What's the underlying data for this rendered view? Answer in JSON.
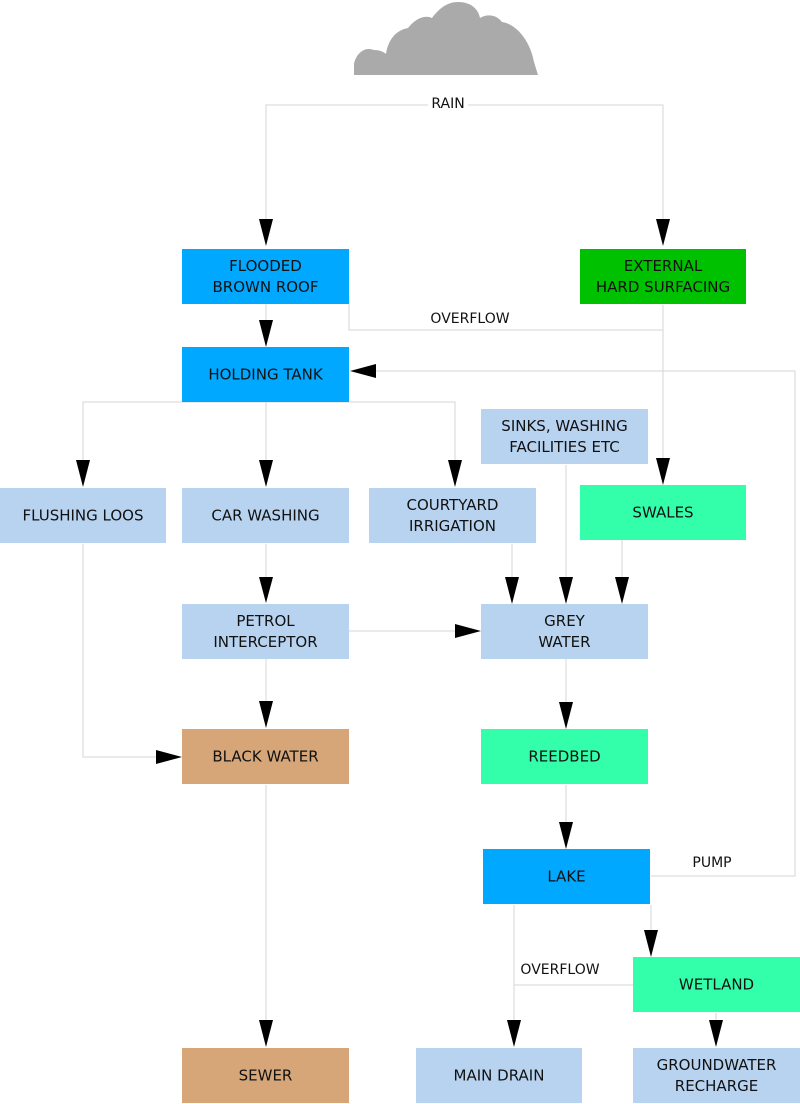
{
  "colors": {
    "blue": "#00a8ff",
    "green": "#00c100",
    "light_blue": "#b8d3f0",
    "aqua": "#33ffaa",
    "tan": "#d6a679",
    "cloud": "#aaaaaa",
    "connector": "#d6d6d6"
  },
  "cloud": {
    "icon": "cloud-icon"
  },
  "labels": {
    "rain": "RAIN",
    "overflow_top": "OVERFLOW",
    "pump": "PUMP",
    "overflow_bottom": "OVERFLOW"
  },
  "nodes": {
    "flooded_brown_roof": {
      "lines": [
        "FLOODED",
        "BROWN ROOF"
      ],
      "color": "#00a8ff"
    },
    "external_hard_surfacing": {
      "lines": [
        "EXTERNAL",
        "HARD SURFACING"
      ],
      "color": "#00c100"
    },
    "holding_tank": {
      "lines": [
        "HOLDING TANK"
      ],
      "color": "#00a8ff"
    },
    "sinks_washing": {
      "lines": [
        "SINKS, WASHING",
        "FACILITIES ETC"
      ],
      "color": "#b8d3f0"
    },
    "flushing_loos": {
      "lines": [
        "FLUSHING LOOS"
      ],
      "color": "#b8d3f0"
    },
    "car_washing": {
      "lines": [
        "CAR WASHING"
      ],
      "color": "#b8d3f0"
    },
    "courtyard_irrigation": {
      "lines": [
        "COURTYARD",
        "IRRIGATION"
      ],
      "color": "#b8d3f0"
    },
    "swales": {
      "lines": [
        "SWALES"
      ],
      "color": "#33ffaa"
    },
    "petrol_interceptor": {
      "lines": [
        "PETROL",
        "INTERCEPTOR"
      ],
      "color": "#b8d3f0"
    },
    "grey_water": {
      "lines": [
        "GREY",
        "WATER"
      ],
      "color": "#b8d3f0"
    },
    "black_water": {
      "lines": [
        "BLACK WATER"
      ],
      "color": "#d6a679"
    },
    "reedbed": {
      "lines": [
        "REEDBED"
      ],
      "color": "#33ffaa"
    },
    "lake": {
      "lines": [
        "LAKE"
      ],
      "color": "#00a8ff"
    },
    "wetland": {
      "lines": [
        "WETLAND"
      ],
      "color": "#33ffaa"
    },
    "sewer": {
      "lines": [
        "SEWER"
      ],
      "color": "#d6a679"
    },
    "main_drain": {
      "lines": [
        "MAIN DRAIN"
      ],
      "color": "#b8d3f0"
    },
    "groundwater_recharge": {
      "lines": [
        "GROUNDWATER",
        "RECHARGE"
      ],
      "color": "#b8d3f0"
    }
  }
}
